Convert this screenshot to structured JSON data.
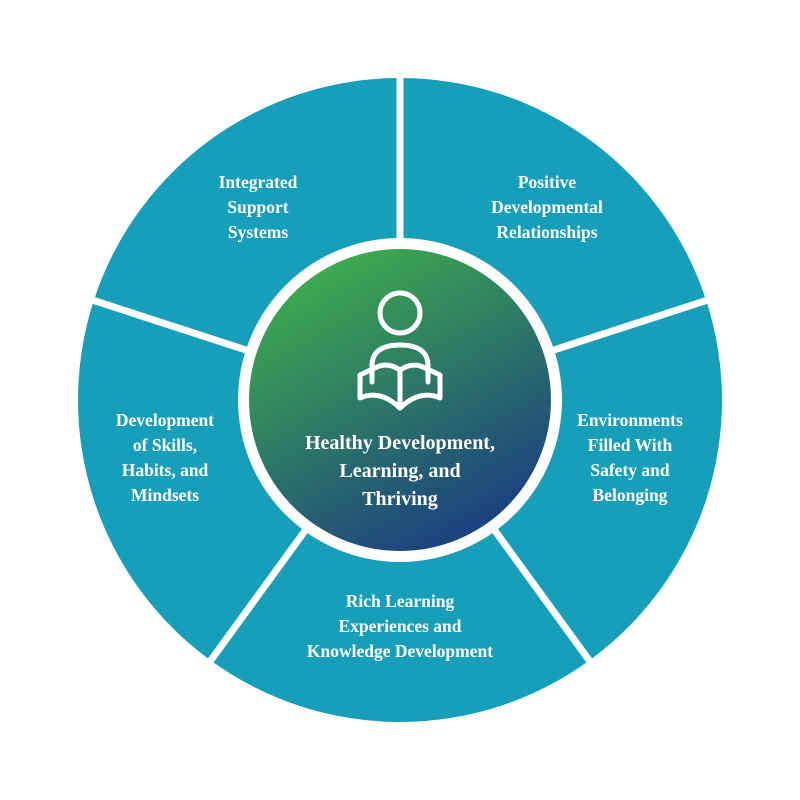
{
  "colors": {
    "segment": "#179eb8",
    "divider": "#ffffff",
    "center_gradient_start": "#3daa4f",
    "center_gradient_end": "#1b3f80",
    "text": "#ffffff"
  },
  "segments": [
    {
      "id": "integrated-support-systems",
      "lines": [
        "Integrated",
        "Support",
        "Systems"
      ]
    },
    {
      "id": "positive-developmental-relationships",
      "lines": [
        "Positive",
        "Developmental",
        "Relationships"
      ]
    },
    {
      "id": "environments-safety-belonging",
      "lines": [
        "Environments",
        "Filled With",
        "Safety and",
        "Belonging"
      ]
    },
    {
      "id": "rich-learning-experiences",
      "lines": [
        "Rich Learning",
        "Experiences and",
        "Knowledge Development"
      ]
    },
    {
      "id": "development-skills-habits-mindsets",
      "lines": [
        "Development",
        "of Skills,",
        "Habits, and",
        "Mindsets"
      ]
    }
  ],
  "center": {
    "icon": "person-reading-book-icon",
    "lines": [
      "Healthy Development,",
      "Learning, and",
      "Thriving"
    ]
  }
}
